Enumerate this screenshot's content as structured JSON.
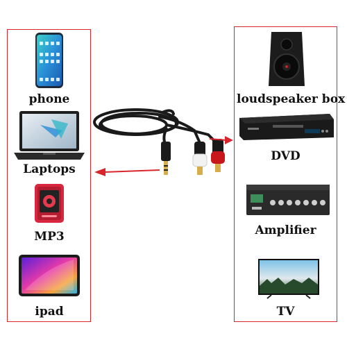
{
  "left_devices": [
    {
      "label": "phone",
      "icon": "phone-icon"
    },
    {
      "label": "Laptops",
      "icon": "laptop-icon"
    },
    {
      "label": "MP3",
      "icon": "mp3-player-icon"
    },
    {
      "label": "ipad",
      "icon": "tablet-icon"
    }
  ],
  "right_devices": [
    {
      "label": "loudspeaker box",
      "icon": "loudspeaker-icon"
    },
    {
      "label": "DVD",
      "icon": "dvd-player-icon"
    },
    {
      "label": "Amplifier",
      "icon": "amplifier-icon"
    },
    {
      "label": "TV",
      "icon": "tv-icon"
    }
  ],
  "colors": {
    "frame": "#d9262c",
    "arrow": "#d9262c",
    "cable": "#1a1a1a",
    "rca_red": "#c8161d",
    "rca_white": "#f2f2f2",
    "gold": "#d6ad4a"
  }
}
